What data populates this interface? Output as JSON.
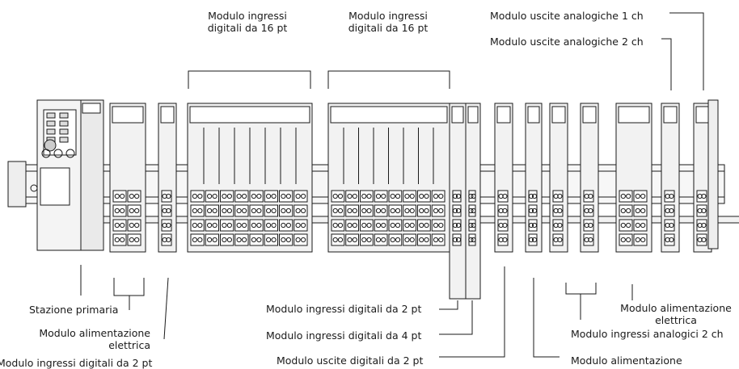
{
  "labels": {
    "top_din16_a": "Modulo ingressi\ndigitali da 16 pt",
    "top_din16_b": "Modulo ingressi\ndigitali da 16 pt",
    "top_aout1": "Modulo uscite analogiche 1 ch",
    "top_aout2": "Modulo uscite analogiche 2 ch",
    "bl_primary": "Stazione primaria",
    "bl_power": "Modulo alimentazione\nelettrica",
    "bl_din2": "Modulo ingressi digitali da 2 pt",
    "bc_din2": "Modulo ingressi digitali da 2 pt",
    "bc_din4": "Modulo ingressi digitali da 4 pt",
    "bc_dout2": "Modulo uscite digitali da 2 pt",
    "br_power_el": "Modulo alimentazione\nelettrica",
    "br_ain2": "Modulo ingressi analogici 2 ch",
    "br_power": "Modulo alimentazione"
  },
  "colors": {
    "line": "#1a1a1a",
    "fill": "#f2f2f2",
    "dark": "#3a3a3a"
  }
}
